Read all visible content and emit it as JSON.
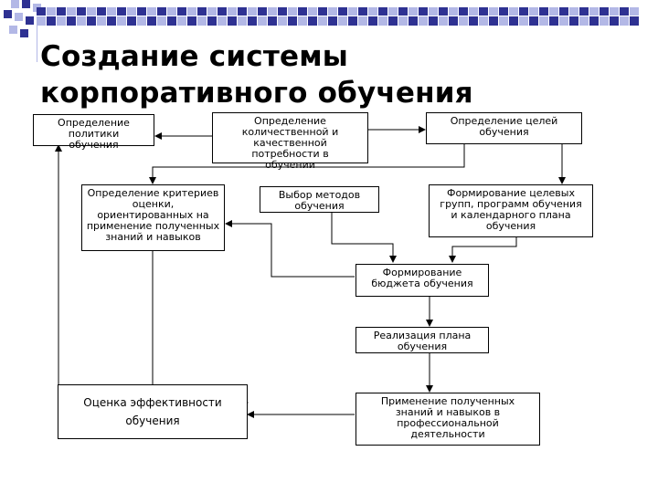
{
  "slide": {
    "title": "Создание системы корпоративного обучения"
  },
  "colors": {
    "accent_dark": "#2e3192",
    "accent_light": "#b3b8e6",
    "stroke": "#000000"
  },
  "diagram": {
    "nodes": {
      "policy": "Определение политики обучения",
      "needs": "Определение количественной и качественной потребности в обучении",
      "goals": "Определение целей обучения",
      "criteria": "Определение критериев оценки, ориентированных на применение полученных знаний и навыков",
      "methods": "Выбор методов обучения",
      "groups": "Формирование целевых групп, программ обучения и календарного плана обучения",
      "budget": "Формирование бюджета обучения",
      "realization": "Реализация плана обучения",
      "application": "Применение полученных знаний и навыков в профессиональной деятельности",
      "evaluation": "Оценка эффективности обучения"
    }
  }
}
